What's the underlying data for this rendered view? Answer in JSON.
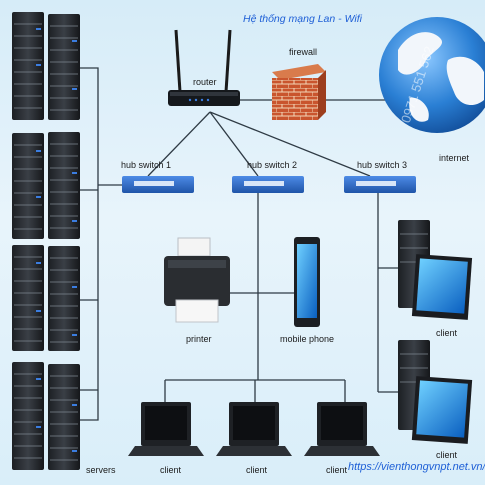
{
  "title": "Hệ thống mạng Lan - Wifi",
  "watermark": "0971 551 562",
  "website": "https://vienthongvnpt.net.vn/",
  "labels": {
    "router": "router",
    "firewall": "firewall",
    "internet": "internet",
    "hub1": "hub switch 1",
    "hub2": "hub switch 2",
    "hub3": "hub switch 3",
    "printer": "printer",
    "mobile": "mobile phone",
    "servers": "servers",
    "client_right_top": "client",
    "client_right_bottom": "client",
    "client_bottom_1": "client",
    "client_bottom_2": "client",
    "client_bottom_3": "client"
  },
  "colors": {
    "cable": "#2f3b45",
    "switch": "#2f6fd0",
    "brick": "#c9552e",
    "globe": "#2a7fd4"
  },
  "icons": [
    "router-icon",
    "firewall-icon",
    "globe-icon",
    "switch-icon",
    "server-rack-icon",
    "printer-icon",
    "mobile-phone-icon",
    "laptop-icon",
    "desktop-tower-icon",
    "monitor-icon"
  ]
}
